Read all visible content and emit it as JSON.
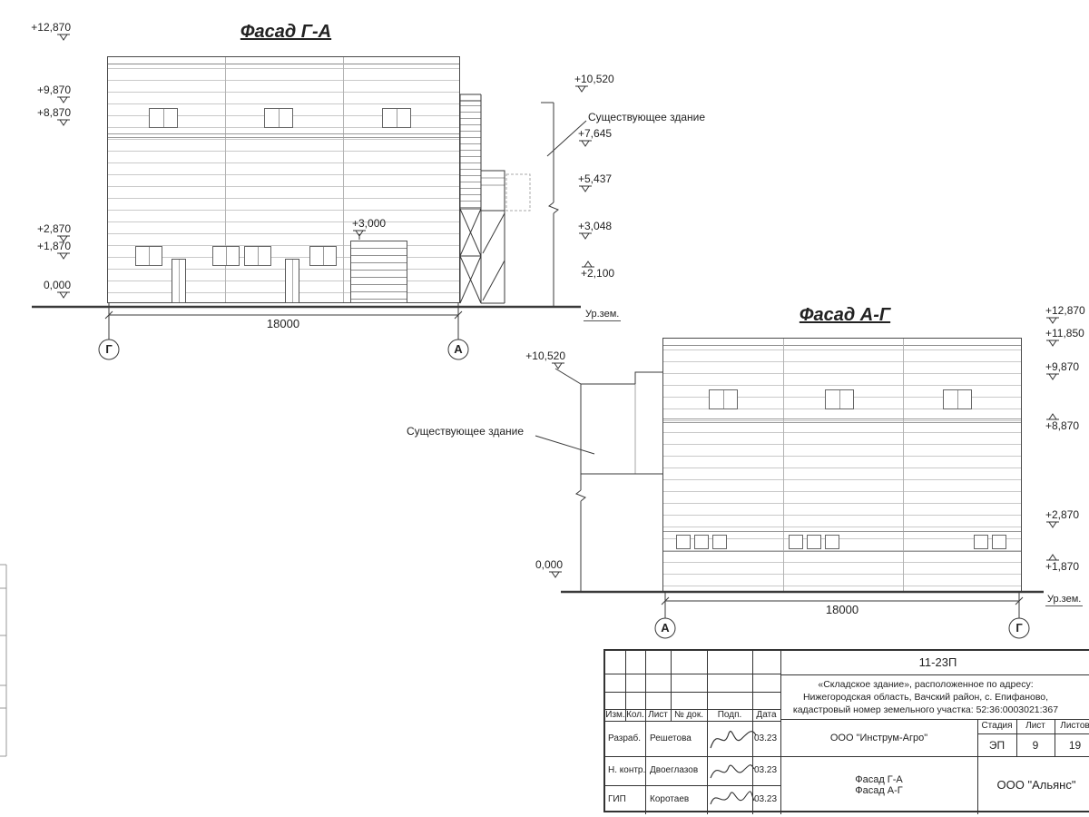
{
  "ink": "#3a3a3a",
  "facade_ga": {
    "title": "Фасад Г-А",
    "marks": {
      "m12870": "+12,870",
      "m9870": "+9,870",
      "m8870": "+8,870",
      "m2870": "+2,870",
      "m1870": "+1,870",
      "m0": "0,000",
      "gate": "+3,000",
      "r10520": "+10,520",
      "r7645": "+7,645",
      "r5437": "+5,437",
      "r3048": "+3,048",
      "r2100": "+2,100"
    },
    "existing_label": "Существующее здание",
    "dimension": "18000",
    "axis_left": "Г",
    "axis_right": "А",
    "ground_label": "Ур.зем."
  },
  "facade_ag": {
    "title": "Фасад А-Г",
    "marks": {
      "l10520": "+10,520",
      "l0": "0,000",
      "r12870": "+12,870",
      "r11850": "+11,850",
      "r9870": "+9,870",
      "r8870": "+8,870",
      "r2870": "+2,870",
      "r1870": "+1,870"
    },
    "existing_label": "Существующее здание",
    "dimension": "18000",
    "axis_left": "А",
    "axis_right": "Г",
    "ground_label": "Ур.зем."
  },
  "title_block": {
    "doc_number": "11-23П",
    "description_line1": "«Складское здание», расположенное по адресу:",
    "description_line2": "Нижегородская область, Вачский район, с. Епифаново,",
    "description_line3": "кадастровый номер земельного участка: 52:36:0003021:367",
    "col_izm": "Изм.",
    "col_kol": "Кол.",
    "col_list": "Лист",
    "col_ndok": "№ док.",
    "col_podp": "Подп.",
    "col_data": "Дата",
    "rows": [
      {
        "role": "Разраб.",
        "name": "Решетова",
        "date": "03.23"
      },
      {
        "role": "Н. контр.",
        "name": "Двоеглазов",
        "date": "03.23"
      },
      {
        "role": "ГИП",
        "name": "Коротаев",
        "date": "03.23"
      }
    ],
    "company": "ООО \"Инструм-Агро\"",
    "stage_header": "Стадия",
    "sheet_header": "Лист",
    "sheets_header": "Листов",
    "stage": "ЭП",
    "sheet": "9",
    "sheets": "19",
    "sheet_title_line1": "Фасад Г-А",
    "sheet_title_line2": "Фасад А-Г",
    "org": "ООО \"Альянс\""
  }
}
